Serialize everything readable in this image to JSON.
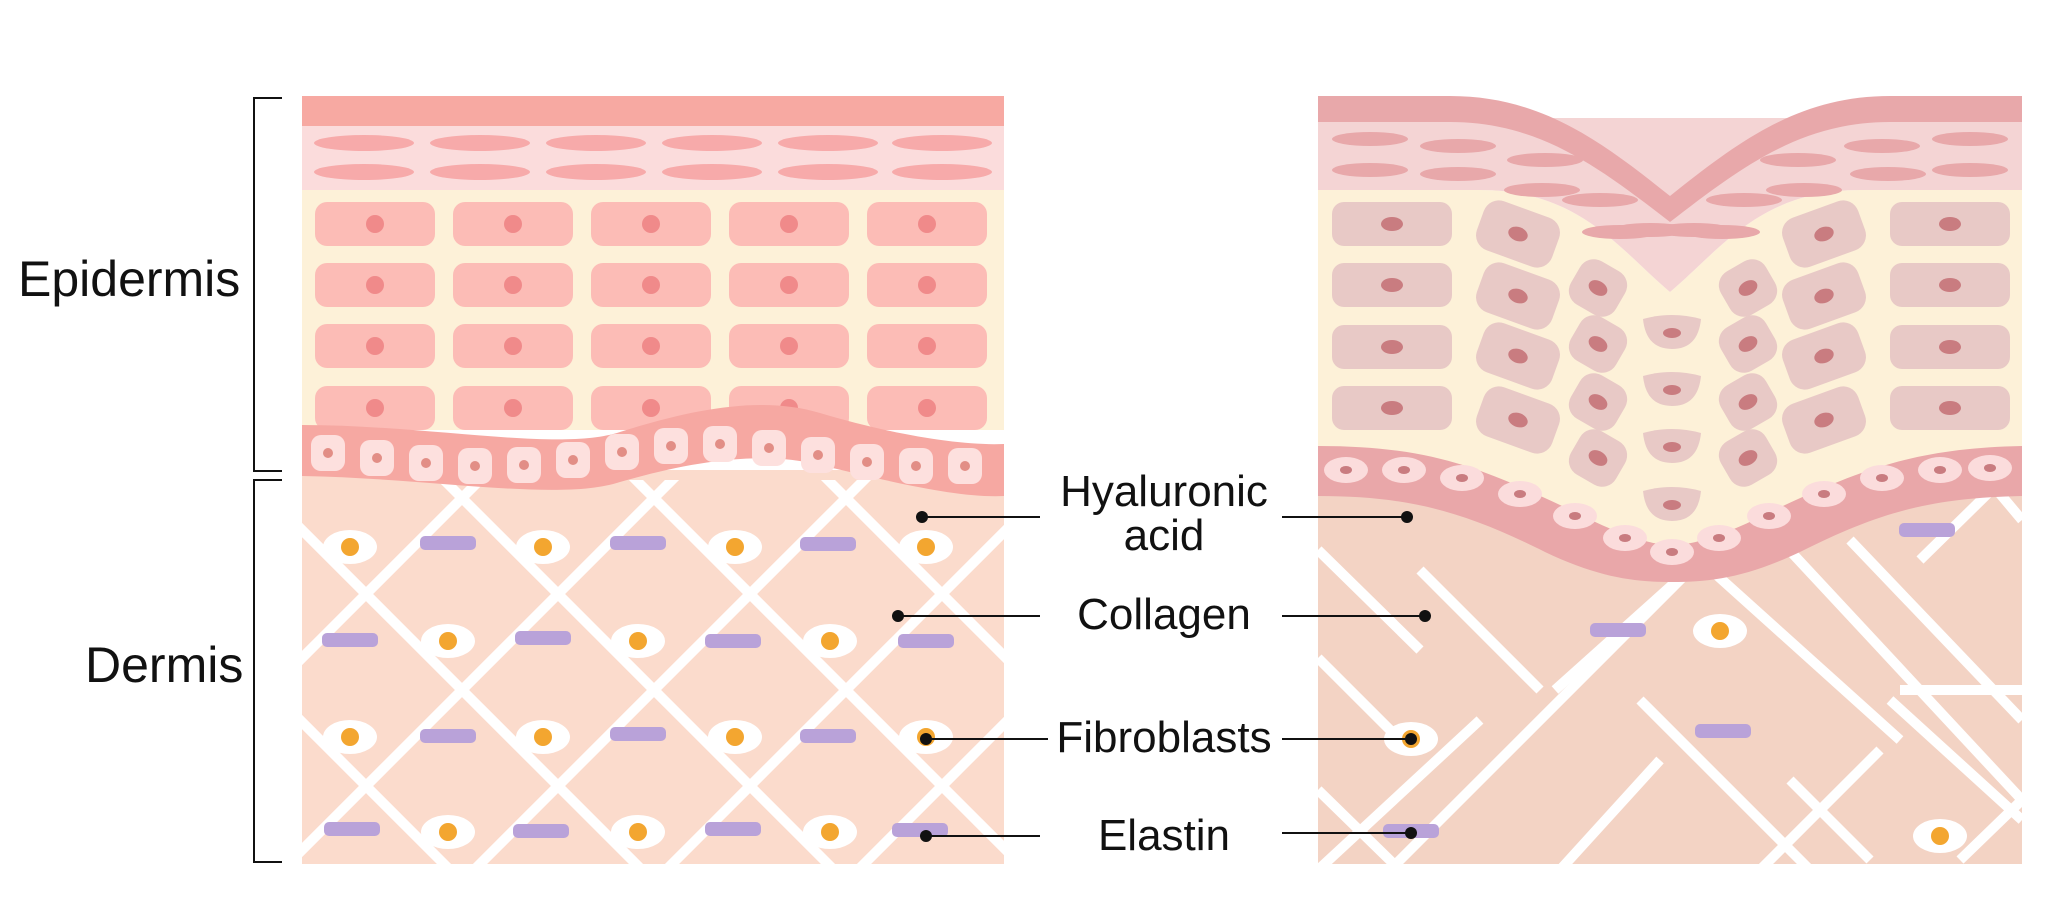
{
  "labels": {
    "epidermis": "Epidermis",
    "dermis": "Dermis",
    "hyaluronic_acid": "Hyaluronic\nacid",
    "collagen": "Collagen",
    "fibroblasts": "Fibroblasts",
    "elastin": "Elastin"
  },
  "colors": {
    "stratum_corneum": "#f7a9a2",
    "granular_layer": "#fbdcdc",
    "spinous_bg": "#fdf1d8",
    "young_cell": "#fcbcb6",
    "young_nucleus": "#f08a8a",
    "basal_layer": "#f6a8a2",
    "basal_cell": "#fde0de",
    "dermis_young": "#fbdbcc",
    "dermis_aged": "#f3d3c4",
    "aged_cell": "#e8c9c6",
    "aged_nucleus": "#c97c80",
    "aged_top": "#e8a8aa",
    "fibroblast_nucleus": "#f3a630",
    "elastin": "#b9a2d9",
    "collagen": "#ffffff",
    "text": "#111111"
  }
}
